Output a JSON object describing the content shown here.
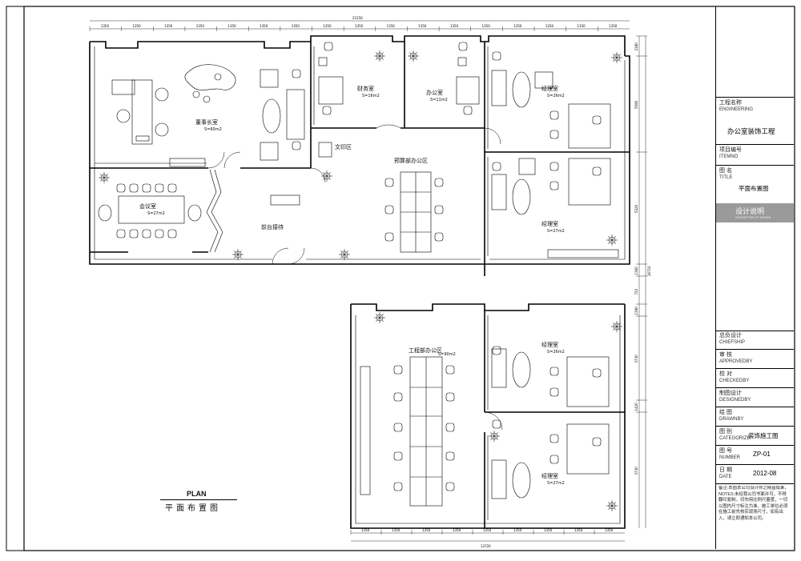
{
  "rooms": {
    "chairman": {
      "name": "董事长室",
      "area": "S=60m2"
    },
    "finance": {
      "name": "财务室",
      "area": "S=16m2"
    },
    "office": {
      "name": "办公室",
      "area": "S=11m2"
    },
    "mgr1": {
      "name": "经理室",
      "area": "S=26m2"
    },
    "mgr2": {
      "name": "经理室",
      "area": "S=27m2"
    },
    "meeting": {
      "name": "会议室",
      "area": "S=27m2"
    },
    "print": {
      "name": "文印区"
    },
    "budget": {
      "name": "预算部办公区"
    },
    "reception": {
      "name": "前台接待"
    },
    "engineering": {
      "name": "工程部办公区",
      "area": "S=90m2"
    },
    "mgr3": {
      "name": "经理室",
      "area": "S=26m2"
    },
    "mgr4": {
      "name": "经理室",
      "area": "S=27m2"
    }
  },
  "dimensions": {
    "top_total": "23150",
    "top_segments": [
      "1350",
      "1350",
      "1350",
      "1350",
      "1350",
      "1350",
      "1350",
      "1350",
      "1350",
      "1350",
      "1350",
      "1350",
      "1350",
      "1350",
      "1350",
      "1350",
      "1350"
    ],
    "bottom_total": "13720",
    "bottom_segments": [
      "1350",
      "1350",
      "1350",
      "1350",
      "1350",
      "1350",
      "1350",
      "1350",
      "1350"
    ],
    "right_total": "26710",
    "right_segments": [
      "2380",
      "5590",
      "5320",
      "1360",
      "720",
      "1390",
      "3730",
      "1420",
      "3730"
    ]
  },
  "plan_title": {
    "en": "PLAN",
    "cn": "平面布置图"
  },
  "title_block": {
    "project_label": "工程名称",
    "project_en": "ENGINEERING",
    "project_value": "办公室装饰工程",
    "item_label": "项目编号",
    "item_en": "ITEMNO",
    "title_label": "图  名",
    "title_en": "TITLE",
    "title_value": "平面布置图",
    "design_note": "设计说明",
    "design_note_en": "DESCRIPTION OF DESIGN",
    "chief_label": "总负设计",
    "chief_en": "CHIEFSHIP",
    "approved_label": "审  核",
    "approved_en": "APPROVEDBY",
    "checked_label": "校  对",
    "checked_en": "CHECKEDBY",
    "designed_label": "制图设计",
    "designed_en": "DESIGNEDBY",
    "drawn_label": "绘  图",
    "drawn_en": "DRAWNBY",
    "category_label": "图  别",
    "category_en": "CATEGORIZE",
    "category_value": "装饰施工图",
    "number_label": "图  号",
    "number_en": "NUMBER",
    "number_value": "ZP-01",
    "date_label": "日  期",
    "date_en": "DATE",
    "date_value": "2012-08",
    "notes_label": "备注:",
    "notes_text": "本图本公司设计师之精益成果，NOTES:未经我公司书面许可，不得翻印复制，切勿用比例尺量度，一切以图内尺寸标注为准，施工单位必须在施工前先核实现场尺寸，如有出入，请立即通知本公司。"
  }
}
